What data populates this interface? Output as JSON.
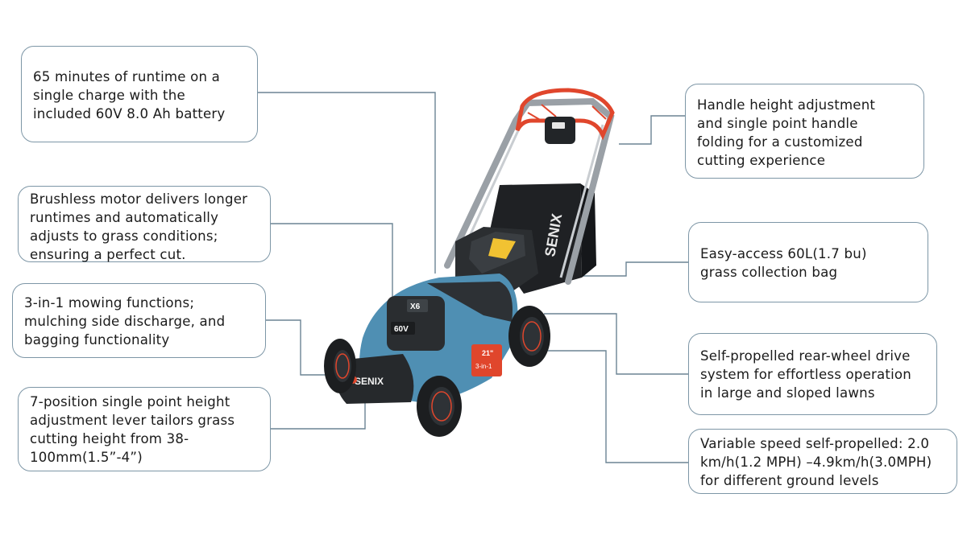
{
  "callouts": {
    "runtime": "65 minutes of runtime on a\nsingle charge with the\nincluded 60V 8.0 Ah battery",
    "motor": "Brushless motor delivers longer\nruntimes and automatically\nadjusts to grass conditions;\nensuring a perfect cut.",
    "functions": "3-in-1 mowing functions;\nmulching side discharge, and\nbagging functionality",
    "height": " 7-position single point height\nadjustment lever tailors grass\ncutting height from 38-\n100mm(1.5”-4”)",
    "handle": "Handle height adjustment\nand single point handle\nfolding for a customized\ncutting experience",
    "bag": "Easy-access 60L(1.7 bu)\ngrass collection bag",
    "drive": "Self-propelled rear-wheel drive\nsystem for effortless operation\nin large and sloped lawns",
    "speed": "Variable speed self-propelled: 2.0\nkm/h(1.2 MPH) –4.9km/h(3.0MPH)\n for different ground levels"
  },
  "product": {
    "brand_label": "SENIX",
    "battery_label": "60V",
    "battery_series": "X6",
    "deck_size": "21\"",
    "deck_badge": "3-in-1"
  },
  "colors": {
    "deck_blue": "#4f8fb3",
    "handle_orange": "#e0462c",
    "body_dark": "#2b2e31",
    "callout_border": "#7d96a6"
  }
}
